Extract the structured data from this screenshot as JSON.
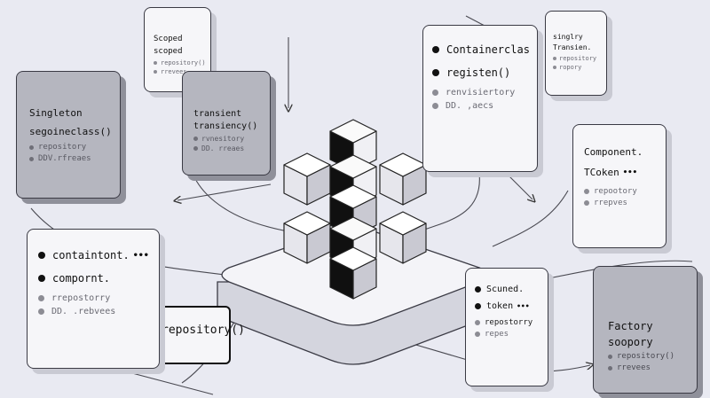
{
  "cards": {
    "scoped_top": {
      "title": "Scoped",
      "title2": "scoped",
      "sub1": "repository()",
      "sub2": "rrevees"
    },
    "singleton": {
      "title": "Singleton",
      "title2": "segoineclass()",
      "sub1": "repository",
      "sub2": "DDV.rfreaes"
    },
    "transient": {
      "title": "transient",
      "title2": "transiency()",
      "sub1": "rvnesitory",
      "sub2": "DD. rreaes"
    },
    "container_top": {
      "line1": "Containerclas",
      "line2": "registen()",
      "sub1": "renvisiertory",
      "sub2": "DD. ,aecs"
    },
    "singleton_small": {
      "title": "singlry",
      "title2": "Transien.",
      "sub1": "repository",
      "sub2": "ropory"
    },
    "component_right": {
      "line1": "Component.",
      "line2": "TCoken",
      "dots": "•••",
      "sub1": "repootory",
      "sub2": "rrepves"
    },
    "container_left": {
      "line1": "containtont.",
      "line2": "compornt.",
      "dots": "•••",
      "sub1": "rrepostorry",
      "sub2": "DD. .rebvees"
    },
    "pill": {
      "label": "repository()"
    },
    "scoped_bottom": {
      "line1": "Scuned.",
      "line2": "token",
      "dots": "•••",
      "sub1": "repostorry",
      "sub2": "repes"
    },
    "factory": {
      "title": "Factory",
      "title2": "soopory",
      "sub1": "repository()",
      "sub2": "rrevees"
    }
  },
  "colors": {
    "background": "#e9eaf2",
    "card_light": "#f6f6f9",
    "card_gray": "#b5b6bf",
    "cube_top": "#ffffff",
    "cube_left": "#e6e6ec",
    "cube_right": "#c9c9d2",
    "cube_black": "#101010"
  }
}
